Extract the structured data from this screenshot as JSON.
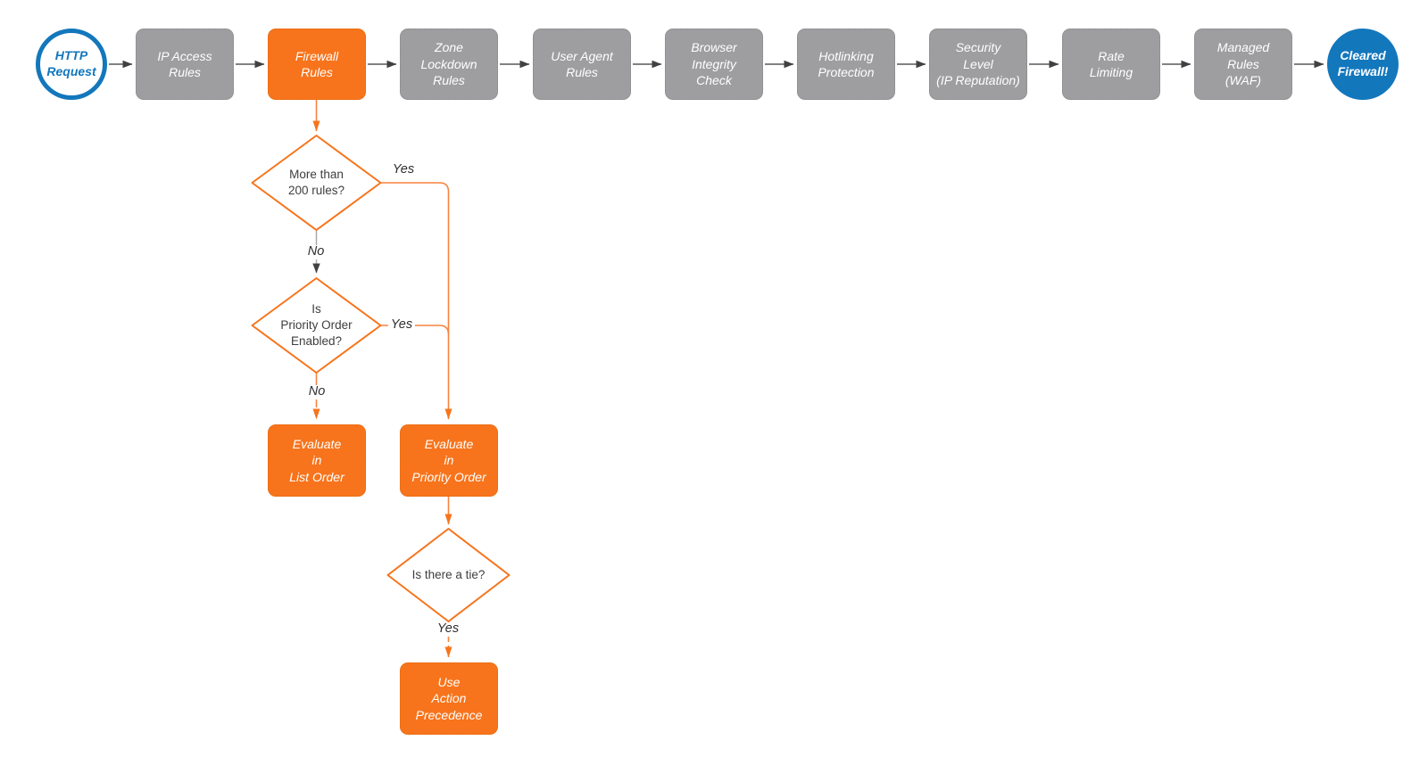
{
  "flowchart": {
    "start": {
      "label": "HTTP\nRequest"
    },
    "end": {
      "label": "Cleared\nFirewall!"
    },
    "pipeline": [
      {
        "label": "IP Access\nRules",
        "variant": "gray"
      },
      {
        "label": "Firewall\nRules",
        "variant": "orange"
      },
      {
        "label": "Zone\nLockdown\nRules",
        "variant": "gray"
      },
      {
        "label": "User Agent\nRules",
        "variant": "gray"
      },
      {
        "label": "Browser\nIntegrity\nCheck",
        "variant": "gray"
      },
      {
        "label": "Hotlinking\nProtection",
        "variant": "gray"
      },
      {
        "label": "Security\nLevel\n(IP Reputation)",
        "variant": "gray"
      },
      {
        "label": "Rate\nLimiting",
        "variant": "gray"
      },
      {
        "label": "Managed\nRules\n(WAF)",
        "variant": "gray"
      }
    ],
    "decisions": [
      {
        "label": "More than\n200 rules?",
        "yes_label": "Yes",
        "no_label": "No"
      },
      {
        "label": "Is\nPriority Order\nEnabled?",
        "yes_label": "Yes",
        "no_label": "No"
      },
      {
        "label": "Is there a tie?",
        "yes_label": "Yes"
      }
    ],
    "actions": [
      {
        "label": "Evaluate\nin\nList Order"
      },
      {
        "label": "Evaluate\nin\nPriority Order"
      },
      {
        "label": "Use\nAction\nPrecedence"
      }
    ],
    "colors": {
      "orange": "#F7741C",
      "orange_line": "#F8823F",
      "gray": "#9E9EA0",
      "blue": "#1377BC",
      "line_gray": "#58595B",
      "arrow_dark": "#414042",
      "text_dark": "#3E3E3E"
    }
  }
}
